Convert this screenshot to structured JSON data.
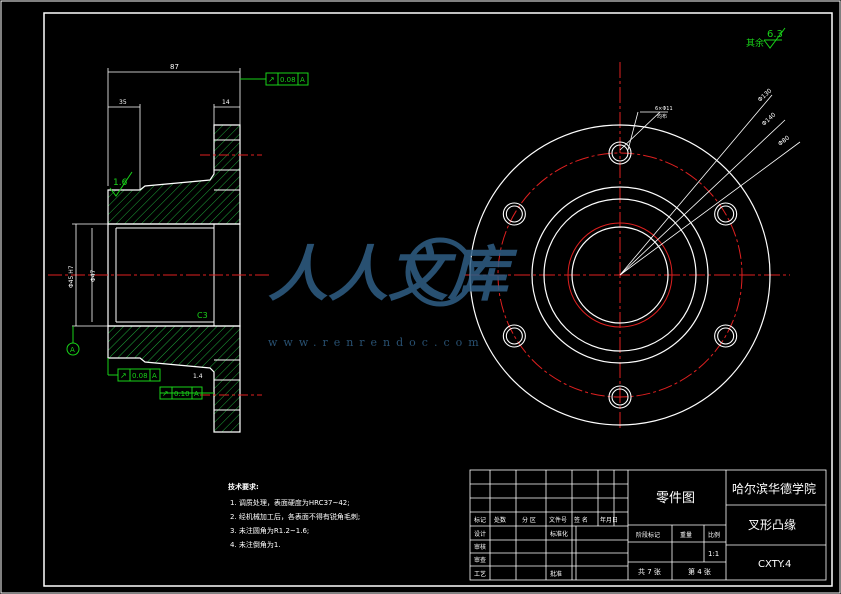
{
  "colors": {
    "background": "#000000",
    "outline": "#ffffff",
    "dimension": "#19d219",
    "center_line": "#e02020",
    "hatch": "#1fa83a",
    "watermark": "#2f5f85"
  },
  "roughness": {
    "other": "其余",
    "other_value": "6.3",
    "surface": "1.6"
  },
  "dimensions": {
    "overall_length": "87",
    "left_step": "35",
    "right_step": "14",
    "bore": "Φ47",
    "shaft": "Φ45 H7",
    "chamfer": "C3",
    "small": "1.4",
    "pcd": "Φ130",
    "od": "Φ140",
    "id": "Φ80",
    "hole_note": "6×Φ11",
    "hole_note2": "均布"
  },
  "tolerances": {
    "top": {
      "symbol": "↗",
      "value": "0.08",
      "datum": "A"
    },
    "bottom1": {
      "symbol": "↗",
      "value": "0.08",
      "datum": "A"
    },
    "bottom2": {
      "symbol": "↗",
      "value": "0.10",
      "datum": "A"
    }
  },
  "datum_label": "A",
  "requirements": {
    "title": "技术要求:",
    "items": [
      "1. 调质处理，表面硬度为HRC37~42;",
      "2. 经机械加工后，各表面不得有锐角毛刺;",
      "3. 未注圆角为R1.2~1.6;",
      "4. 未注倒角为1."
    ]
  },
  "title_block": {
    "drawing_type": "零件图",
    "school": "哈尔滨华德学院",
    "part_name": "叉形凸缘",
    "drawing_no": "CXTY.4",
    "scale": "1:1",
    "sheets": "共 7 张",
    "sheet_no": "第 4 张",
    "rev_headers": [
      "标记",
      "处数",
      "分 区",
      "文件号",
      "签 名",
      "年月日"
    ],
    "roles": [
      "设计",
      "审核",
      "审查",
      "工艺"
    ],
    "std_label": "标准化",
    "approve_label": "批准",
    "stage_label": "阶段标记",
    "weight_label": "重量",
    "scale_label": "比例"
  },
  "watermark": {
    "brand": "人人文库",
    "url": "www.renrendoc.com"
  }
}
